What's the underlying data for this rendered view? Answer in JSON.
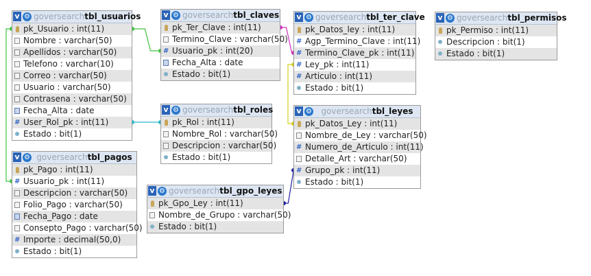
{
  "database": "goversearch",
  "tables": [
    {
      "id": "usuarios",
      "name": "tbl_usuarios",
      "fields": [
        {
          "text": "pk_Usuario : int(11)",
          "icon": "key-icon"
        },
        {
          "text": "Nombre : varchar(50)",
          "icon": "text-field-icon"
        },
        {
          "text": "Apellidos : varchar(50)",
          "icon": "text-field-icon"
        },
        {
          "text": "Telefono : varchar(10)",
          "icon": "text-field-icon"
        },
        {
          "text": "Correo : varchar(50)",
          "icon": "text-field-icon"
        },
        {
          "text": "Usuario : varchar(50)",
          "icon": "text-field-icon"
        },
        {
          "text": "Contrasena : varchar(50)",
          "icon": "text-field-icon"
        },
        {
          "text": "Fecha_Alta : date",
          "icon": "date-icon"
        },
        {
          "text": "User_Rol_pk : int(11)",
          "icon": "hash-icon"
        },
        {
          "text": "Estado : bit(1)",
          "icon": "bit-icon"
        }
      ]
    },
    {
      "id": "claves",
      "name": "tbl_claves",
      "fields": [
        {
          "text": "pk_Ter_Clave : int(11)",
          "icon": "key-icon"
        },
        {
          "text": "Termino_Clave : varchar(50)",
          "icon": "text-field-icon"
        },
        {
          "text": "Usuario_pk : int(20)",
          "icon": "hash-icon"
        },
        {
          "text": "Fecha_Alta : date",
          "icon": "date-icon"
        },
        {
          "text": "Estado : bit(1)",
          "icon": "bit-icon"
        }
      ]
    },
    {
      "id": "ter_clave",
      "name": "tbl_ter_clave",
      "fields": [
        {
          "text": "pk_Datos_ley : int(11)",
          "icon": "key-icon"
        },
        {
          "text": "Agp_Termino_Clave : int(11)",
          "icon": "hash-icon"
        },
        {
          "text": "Termino_Clave_pk : int(11)",
          "icon": "hash-icon"
        },
        {
          "text": "Ley_pk : int(11)",
          "icon": "hash-icon"
        },
        {
          "text": "Articulo : int(11)",
          "icon": "hash-icon"
        },
        {
          "text": "Estado : bit(1)",
          "icon": "bit-icon"
        }
      ]
    },
    {
      "id": "permisos",
      "name": "tbl_permisos",
      "fields": [
        {
          "text": "pk_Permiso : int(11)",
          "icon": "key-icon"
        },
        {
          "text": "Descripcion : bit(1)",
          "icon": "bit-icon"
        },
        {
          "text": "Estado : bit(1)",
          "icon": "bit-icon"
        }
      ]
    },
    {
      "id": "roles",
      "name": "tbl_roles",
      "fields": [
        {
          "text": "pk_Rol : int(11)",
          "icon": "key-icon"
        },
        {
          "text": "Nombre_Rol : varchar(50)",
          "icon": "text-field-icon"
        },
        {
          "text": "Descripcion : varchar(50)",
          "icon": "text-field-icon"
        },
        {
          "text": "Estado : bit(1)",
          "icon": "bit-icon"
        }
      ]
    },
    {
      "id": "leyes",
      "name": "tbl_leyes",
      "fields": [
        {
          "text": "pk_Datos_Ley : int(11)",
          "icon": "key-icon"
        },
        {
          "text": "Nombre_de_Ley : varchar(50)",
          "icon": "text-field-icon"
        },
        {
          "text": "Numero_de_Articulo : int(11)",
          "icon": "hash-icon"
        },
        {
          "text": "Detalle_Art : varchar(50)",
          "icon": "text-field-icon"
        },
        {
          "text": "Grupo_pk : int(11)",
          "icon": "hash-icon"
        },
        {
          "text": "Estado : bit(1)",
          "icon": "bit-icon"
        }
      ]
    },
    {
      "id": "pagos",
      "name": "tbl_pagos",
      "fields": [
        {
          "text": "pk_Pago : int(11)",
          "icon": "key-icon"
        },
        {
          "text": "Usuario_pk : int(11)",
          "icon": "hash-icon"
        },
        {
          "text": "Descripcion : varchar(50)",
          "icon": "text-field-icon"
        },
        {
          "text": "Folio_Pago : varchar(50)",
          "icon": "text-field-icon"
        },
        {
          "text": "Fecha_Pago : date",
          "icon": "date-icon"
        },
        {
          "text": "Consepto_Pago : varchar(50)",
          "icon": "text-field-icon"
        },
        {
          "text": "Importe : decimal(50,0)",
          "icon": "hash-icon"
        },
        {
          "text": "Estado : bit(1)",
          "icon": "bit-icon"
        }
      ]
    },
    {
      "id": "gpo_leyes",
      "name": "tbl_gpo_leyes",
      "fields": [
        {
          "text": "pk_Gpo_Ley : int(11)",
          "icon": "key-icon"
        },
        {
          "text": "Nombre_de_Grupo : varchar(50)",
          "icon": "text-field-icon"
        },
        {
          "text": "Estado : bit(1)",
          "icon": "bit-icon"
        }
      ]
    }
  ],
  "relations": [
    {
      "from": "usuarios",
      "from_field": 0,
      "to": "claves",
      "to_field": 2,
      "color": "#3fc23f"
    },
    {
      "from": "usuarios",
      "from_field": 0,
      "to": "pagos",
      "to_field": 1,
      "color": "#3fc23f"
    },
    {
      "from": "roles",
      "from_field": 0,
      "to": "usuarios",
      "to_field": 8,
      "color": "#28b8c8"
    },
    {
      "from": "claves",
      "from_field": 0,
      "to": "ter_clave",
      "to_field": 2,
      "color": "#d030c0"
    },
    {
      "from": "leyes",
      "from_field": 0,
      "to": "ter_clave",
      "to_field": 3,
      "color": "#d4d020"
    },
    {
      "from": "gpo_leyes",
      "from_field": 0,
      "to": "leyes",
      "to_field": 4,
      "color": "#2020a0"
    }
  ]
}
